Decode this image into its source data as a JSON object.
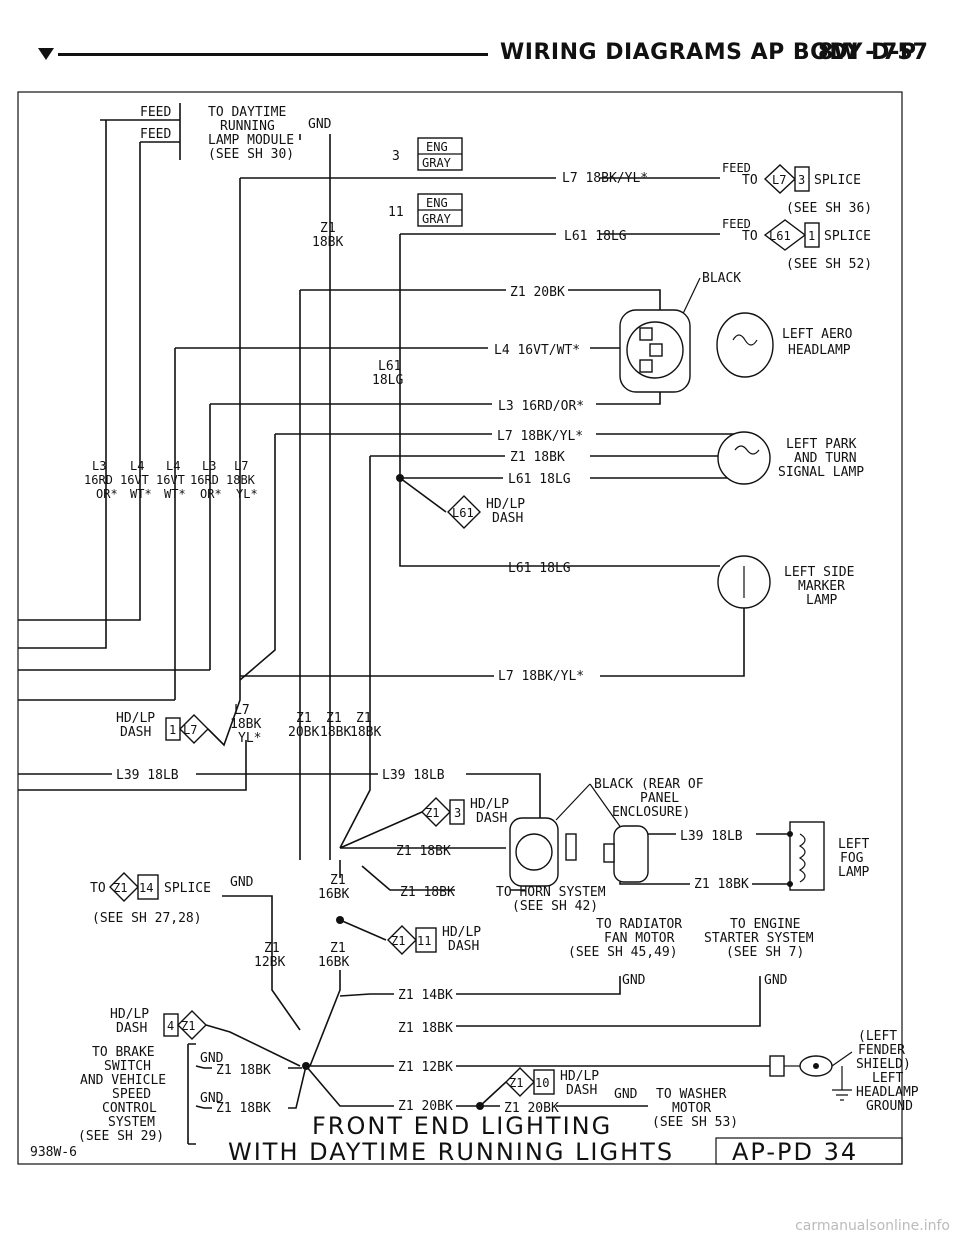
{
  "header": {
    "title": "WIRING DIAGRAMS AP BODY D-P",
    "page": "8W - 757"
  },
  "top": {
    "feed1": "FEED",
    "feed2": "FEED",
    "to_daytime_1": "TO DAYTIME",
    "to_daytime_2": "RUNNING",
    "to_daytime_3": "LAMP MODULE",
    "to_daytime_4": "(SEE SH 30)",
    "gnd": "GND",
    "z1": "Z1",
    "z1_gauge": "18BK",
    "conn3_num": "3",
    "conn3_l1": "ENG",
    "conn3_l2": "GRAY",
    "conn11_num": "11",
    "conn11_l1": "ENG",
    "conn11_l2": "GRAY"
  },
  "wires": {
    "l7_top": "L7 18BK/YL*",
    "feed_l7": "FEED",
    "to_l7": "TO",
    "splice_l7": "L7",
    "splice_l7_num": "3",
    "splice_word_1": "SPLICE",
    "see36": "(SEE SH 36)",
    "l61_top": "L61 18LG",
    "feed_l61": "FEED",
    "to_l61": "TO",
    "splice_l61": "L61",
    "splice_l61_num": "1",
    "splice_word_2": "SPLICE",
    "see52": "(SEE SH 52)",
    "black": "BLACK",
    "z1_20bk": "Z1 20BK",
    "l4": "L4 16VT/WT*",
    "l61_mid_1": "L61",
    "l61_mid_2": "18LG",
    "l3": "L3 16RD/OR*",
    "l7_mid": "L7 18BK/YL*",
    "z1_18bk": "Z1 18BK",
    "l61_18lg": "L61 18LG",
    "hdlp_l61_1": "HD/LP",
    "hdlp_l61_2": "DASH",
    "l61_conn": "L61",
    "l61_side": "L61 18LG",
    "l7_bottom": "L7 18BK/YL*"
  },
  "components": {
    "left_aero_1": "LEFT AERO",
    "left_aero_2": "HEADLAMP",
    "park_1": "LEFT PARK",
    "park_2": "AND TURN",
    "park_3": "SIGNAL LAMP",
    "side_1": "LEFT SIDE",
    "side_2": "MARKER",
    "side_3": "LAMP",
    "fog_1": "LEFT",
    "fog_2": "FOG",
    "fog_3": "LAMP"
  },
  "left_cols": {
    "c1": [
      "L3",
      "16RD",
      "OR*"
    ],
    "c2": [
      "L4",
      "16VT",
      "WT*"
    ],
    "c3": [
      "L4",
      "16VT",
      "WT*"
    ],
    "c4": [
      "L3",
      "16RD",
      "OR*"
    ],
    "c5": [
      "L7",
      "18BK",
      "YL*"
    ]
  },
  "middle": {
    "hdlp_dash_1": "HD/LP",
    "hdlp_dash_2": "DASH",
    "conn_1": "1",
    "conn_l7": "L7",
    "l7_label_1": "L7",
    "l7_label_2": "18BK",
    "l7_label_3": "YL*",
    "z1a": "Z1",
    "z1a_g": "20BK",
    "z1b": "Z1",
    "z1b_g": "18BK",
    "z1c": "Z1",
    "z1c_g": "18BK",
    "l39_left": "L39 18LB",
    "l39_mid": "L39 18LB",
    "black_rear_1": "BLACK (REAR OF",
    "black_rear_2": "PANEL",
    "black_rear_3": "ENCLOSURE)",
    "hdlp_z13_1": "HD/LP",
    "hdlp_z13_2": "DASH",
    "z13_conn": "Z1",
    "z13_num": "3",
    "z1_18bk_a": "Z1 18BK",
    "l39_right": "L39 18LB",
    "z1_18bk_right": "Z1 18BK",
    "to_splice": "TO",
    "splice_z1": "Z1",
    "splice_z1_num": "14",
    "splice_word": "SPLICE",
    "gnd_splice": "GND",
    "see2728": "(SEE SH 27,28)",
    "z1_16bk_a": "Z1",
    "z1_16bk_a_g": "16BK",
    "z1_18bk_b": "Z1 18BK",
    "to_horn_1": "TO HORN SYSTEM",
    "to_horn_2": "(SEE SH 42)",
    "hdlp_z111_1": "HD/LP",
    "hdlp_z111_2": "DASH",
    "z111_conn": "Z1",
    "z111_num": "11",
    "rad_1": "TO RADIATOR",
    "rad_2": "FAN MOTOR",
    "rad_3": "(SEE SH 45,49)",
    "eng_1": "TO ENGINE",
    "eng_2": "STARTER SYSTEM",
    "eng_3": "(SEE SH 7)",
    "z1_12bk_a": "Z1",
    "z1_12bk_a_g": "12BK",
    "z1_16bk_b": "Z1",
    "z1_16bk_b_g": "16BK",
    "z1_14bk": "Z1 14BK",
    "gnd_a": "GND",
    "gnd_b": "GND"
  },
  "bottom": {
    "hdlp_dash4_1": "HD/LP",
    "hdlp_dash4_2": "DASH",
    "conn4": "4",
    "conn4_z1": "Z1",
    "z1_18bk_c": "Z1 18BK",
    "brake_1": "TO BRAKE",
    "brake_2": "SWITCH",
    "brake_3": "AND VEHICLE",
    "brake_4": "SPEED",
    "brake_5": "CONTROL",
    "brake_6": "SYSTEM",
    "brake_7": "(SEE SH 29)",
    "gnd_c": "GND",
    "gnd_d": "GND",
    "z1_18bk_d": "Z1 18BK",
    "z1_18bk_e": "Z1 18BK",
    "z1_12bk": "Z1 12BK",
    "z1_20bk": "Z1 20BK",
    "hdlp_z110_1": "HD/LP",
    "hdlp_z110_2": "DASH",
    "z110_conn": "Z1",
    "z110_num": "10",
    "z1_20bk_b": "Z1 20BK",
    "gnd_e": "GND",
    "washer_1": "TO WASHER",
    "washer_2": "MOTOR",
    "washer_3": "(SEE SH 53)",
    "fender_1": "(LEFT",
    "fender_2": "FENDER",
    "fender_3": "SHIELD)",
    "fender_4": "LEFT",
    "fender_5": "HEADLAMP",
    "fender_6": "GROUND",
    "caption_1": "FRONT END LIGHTING",
    "caption_2": "WITH DAYTIME RUNNING LIGHTS",
    "fig_id": "938W-6",
    "sheet": "AP-PD 34"
  },
  "footer_url": "carmanualsonline.info"
}
